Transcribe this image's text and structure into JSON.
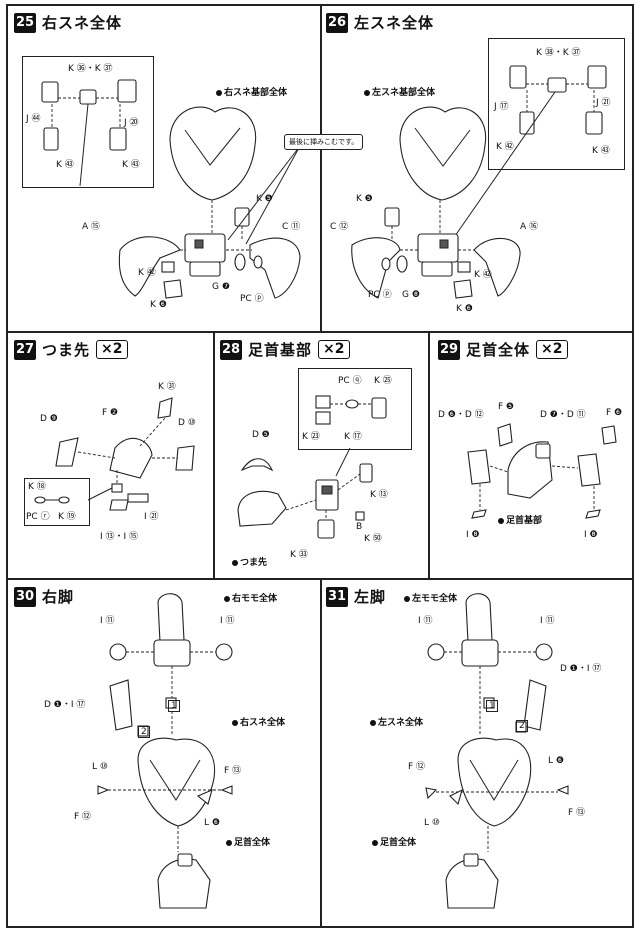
{
  "steps": {
    "s25": {
      "num": "25",
      "title": "右スネ全体",
      "labels": {
        "k36_37": "K ㊱・K ㊲",
        "j44": "J ㊹",
        "j20": "J ⑳",
        "k43": "K ㊸",
        "k43b": "K ㊸",
        "base": "右スネ基部全体",
        "note": "最後に挿みこむです。",
        "k5": "K ❺",
        "a15": "A ⑮",
        "c11": "C ⑪",
        "k42": "K ㊷",
        "g7": "G ❼",
        "pcp": "PC ⓟ",
        "k6": "K ❻"
      }
    },
    "s26": {
      "num": "26",
      "title": "左スネ全体",
      "labels": {
        "k38_37": "K ㊳・K ㊲",
        "j17": "J ⑰",
        "j21": "J ㉑",
        "k42": "K ㊷",
        "k43": "K ㊸",
        "base": "左スネ基部全体",
        "k5": "K ❺",
        "c12": "C ⑫",
        "a16": "A ⑯",
        "k42b": "K ㊷",
        "pcp": "PC ⓟ",
        "g8": "G ❽",
        "k6": "K ❻"
      }
    },
    "s27": {
      "num": "27",
      "title": "つま先",
      "qty": "×2",
      "labels": {
        "k31": "K ㉛",
        "d9": "D ❾",
        "f2": "F ❷",
        "d10": "D ⑩",
        "k18": "K ⑱",
        "pcr": "PC ⓡ",
        "k19": "K ⑲",
        "i21": "I ㉑",
        "i13_15": "I ⑬・I ⑮"
      }
    },
    "s28": {
      "num": "28",
      "title": "足首基部",
      "qty": "×2",
      "labels": {
        "pcq": "PC ⓠ",
        "k25": "K ㉕",
        "k23": "K ㉓",
        "k17": "K ⑰",
        "d5": "D ❺",
        "k13": "K ⑬",
        "k50": "K ㊿",
        "k33": "K ㉝",
        "toe": "つま先",
        "b": "B"
      }
    },
    "s29": {
      "num": "29",
      "title": "足首全体",
      "qty": "×2",
      "labels": {
        "d6_12": "D ❻・D ⑫",
        "f5": "F ❺",
        "d7_11": "D ❼・D ⑪",
        "f6": "F ❻",
        "base": "足首基部",
        "i8a": "I ❽",
        "i8b": "I ❽"
      }
    },
    "s30": {
      "num": "30",
      "title": "右脚",
      "labels": {
        "thigh": "右モモ全体",
        "i11a": "I ⑪",
        "i11b": "I ⑪",
        "d1_17": "D ❶・I ⑰",
        "shin": "右スネ全体",
        "l10": "L ⑩",
        "f13": "F ⑬",
        "f12": "F ⑫",
        "l6": "L ❻",
        "ankle": "足首全体",
        "n1": "1",
        "n2": "2"
      }
    },
    "s31": {
      "num": "31",
      "title": "左脚",
      "labels": {
        "thigh": "左モモ全体",
        "i11a": "I ⑪",
        "i11b": "I ⑪",
        "d1_17": "D ❶・I ⑰",
        "shin": "左スネ全体",
        "f12": "F ⑫",
        "l6": "L ❻",
        "l10": "L ⑩",
        "f13": "F ⑬",
        "ankle": "足首全体",
        "n1": "1",
        "n2": "2"
      }
    }
  }
}
